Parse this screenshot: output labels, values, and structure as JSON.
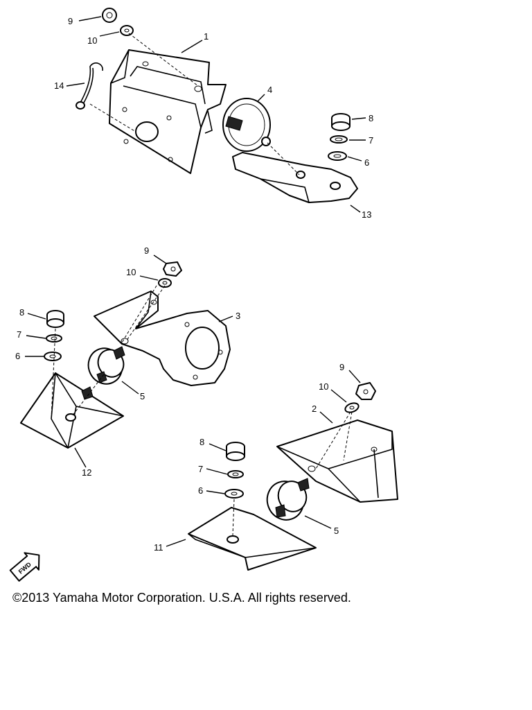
{
  "callouts": {
    "top": {
      "n9": "9",
      "n10": "10",
      "n1": "1",
      "n14": "14",
      "n4": "4",
      "n8": "8",
      "n7": "7",
      "n6": "6",
      "n13": "13"
    },
    "left": {
      "n9": "9",
      "n10": "10",
      "n8": "8",
      "n7": "7",
      "n6": "6",
      "n3": "3",
      "n5": "5",
      "n12": "12"
    },
    "right": {
      "n9": "9",
      "n10": "10",
      "n2": "2",
      "n8": "8",
      "n7": "7",
      "n6": "6",
      "n5": "5",
      "n11": "11"
    }
  },
  "fwd_label": "FWD",
  "copyright": "©2013 Yamaha Motor Corporation. U.S.A. All rights reserved."
}
